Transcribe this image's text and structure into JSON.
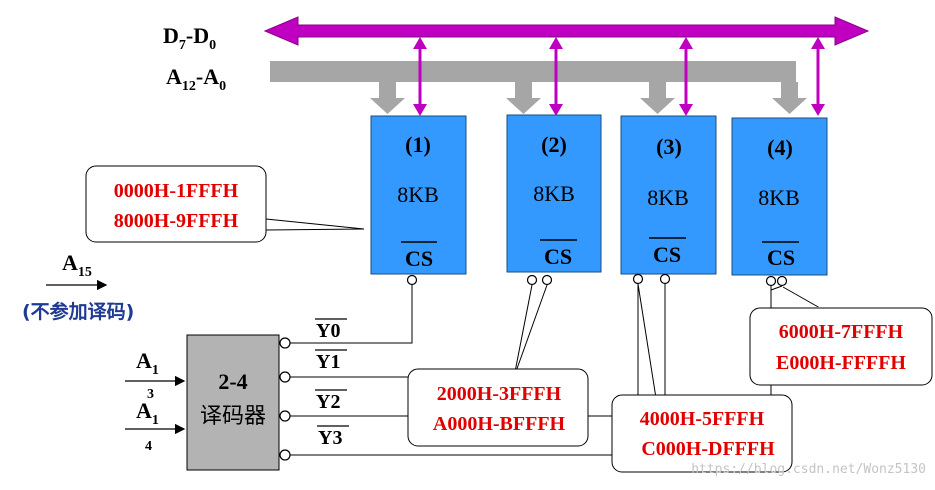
{
  "buses": {
    "data": {
      "prefix": "D",
      "sub1": "7",
      "mid": "-D",
      "sub2": "0"
    },
    "address": {
      "prefix": "A",
      "sub1": "12",
      "mid": "-A",
      "sub2": "0"
    }
  },
  "chips": [
    {
      "index": "(1)",
      "size": "8KB",
      "cs": "CS"
    },
    {
      "index": "(2)",
      "size": "8KB",
      "cs": "CS"
    },
    {
      "index": "(3)",
      "size": "8KB",
      "cs": "CS"
    },
    {
      "index": "(4)",
      "size": "8KB",
      "cs": "CS"
    }
  ],
  "callouts": [
    {
      "lines": [
        "0000H-1FFFH",
        "8000H-9FFFH"
      ]
    },
    {
      "lines": [
        "2000H-3FFFH",
        "A000H-BFFFH"
      ]
    },
    {
      "lines": [
        "4000H-5FFFH",
        "C000H-DFFFH"
      ]
    },
    {
      "lines": [
        "6000H-7FFFH",
        "E000H-FFFFH"
      ]
    }
  ],
  "decoder": {
    "line1": "2-4",
    "line2": "译码器",
    "outputs": [
      "Y0",
      "Y1",
      "Y2",
      "Y3"
    ],
    "inputs": [
      {
        "main": "A",
        "sub": "1",
        "below": "3"
      },
      {
        "main": "A",
        "sub": "1",
        "below": "4"
      }
    ]
  },
  "a15": {
    "main": "A",
    "sub": "15",
    "note": "(不参加译码)"
  },
  "watermark": "https://blog.csdn.net/Wonz5130",
  "colors": {
    "data_bus": "#c000c0",
    "address_bus": "#a6a6a6",
    "chip_fill": "#3399ff",
    "decoder_fill": "#b3b3b3",
    "callout_text": "#e00000",
    "a15_note": "#1f3a93"
  }
}
